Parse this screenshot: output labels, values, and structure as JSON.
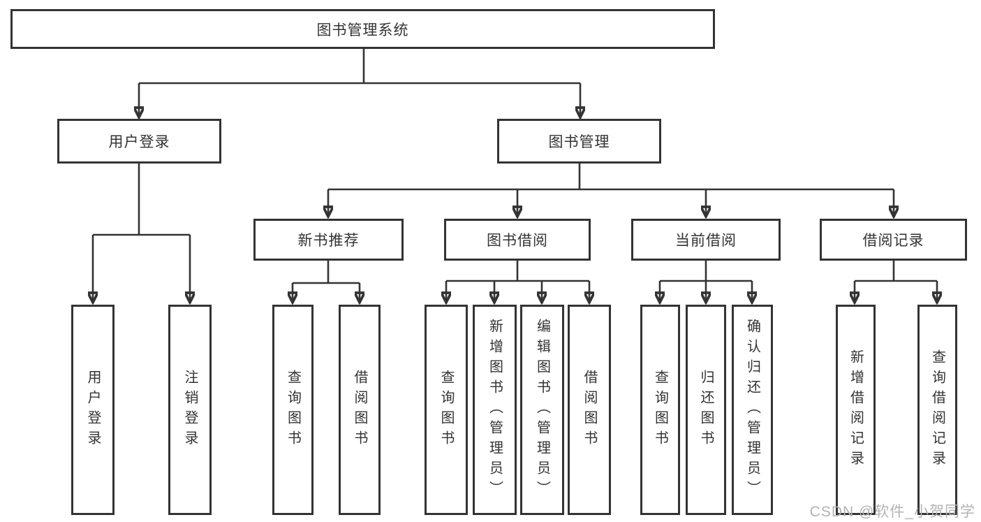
{
  "diagram_type": "hierarchy-tree",
  "colors": {
    "background": "#ffffff",
    "line": "#333333",
    "box_border": "#333333",
    "text": "#333333",
    "watermark_text": "#b3b3b3"
  },
  "watermark": "CSDN @软件_小贺同学",
  "nodes": {
    "root": {
      "label": "图书管理系统"
    },
    "user_login": {
      "label": "用户登录"
    },
    "book_mgmt": {
      "label": "图书管理"
    },
    "new_book_rec": {
      "label": "新书推荐"
    },
    "book_borrow": {
      "label": "图书借阅"
    },
    "current_borrow": {
      "label": "当前借阅"
    },
    "borrow_record": {
      "label": "借阅记录"
    },
    "leaf_user_login": {
      "label": "用户登录"
    },
    "leaf_logout": {
      "label": "注销登录"
    },
    "leaf_nbr_query": {
      "label": "查询图书"
    },
    "leaf_nbr_borrow": {
      "label": "借阅图书"
    },
    "leaf_bb_query": {
      "label": "查询图书"
    },
    "leaf_bb_add": {
      "label": "新增图书（管理员）"
    },
    "leaf_bb_edit": {
      "label": "编辑图书（管理员）"
    },
    "leaf_bb_borrow": {
      "label": "借阅图书"
    },
    "leaf_cb_query": {
      "label": "查询图书"
    },
    "leaf_cb_return": {
      "label": "归还图书"
    },
    "leaf_cb_confirm": {
      "label": "确认归还（管理员）"
    },
    "leaf_br_add": {
      "label": "新增借阅记录"
    },
    "leaf_br_query": {
      "label": "查询借阅记录"
    }
  },
  "hierarchy": {
    "root": [
      "user_login",
      "book_mgmt"
    ],
    "user_login": [
      "leaf_user_login",
      "leaf_logout"
    ],
    "book_mgmt": [
      "new_book_rec",
      "book_borrow",
      "current_borrow",
      "borrow_record"
    ],
    "new_book_rec": [
      "leaf_nbr_query",
      "leaf_nbr_borrow"
    ],
    "book_borrow": [
      "leaf_bb_query",
      "leaf_bb_add",
      "leaf_bb_edit",
      "leaf_bb_borrow"
    ],
    "current_borrow": [
      "leaf_cb_query",
      "leaf_cb_return",
      "leaf_cb_confirm"
    ],
    "borrow_record": [
      "leaf_br_add",
      "leaf_br_query"
    ]
  }
}
